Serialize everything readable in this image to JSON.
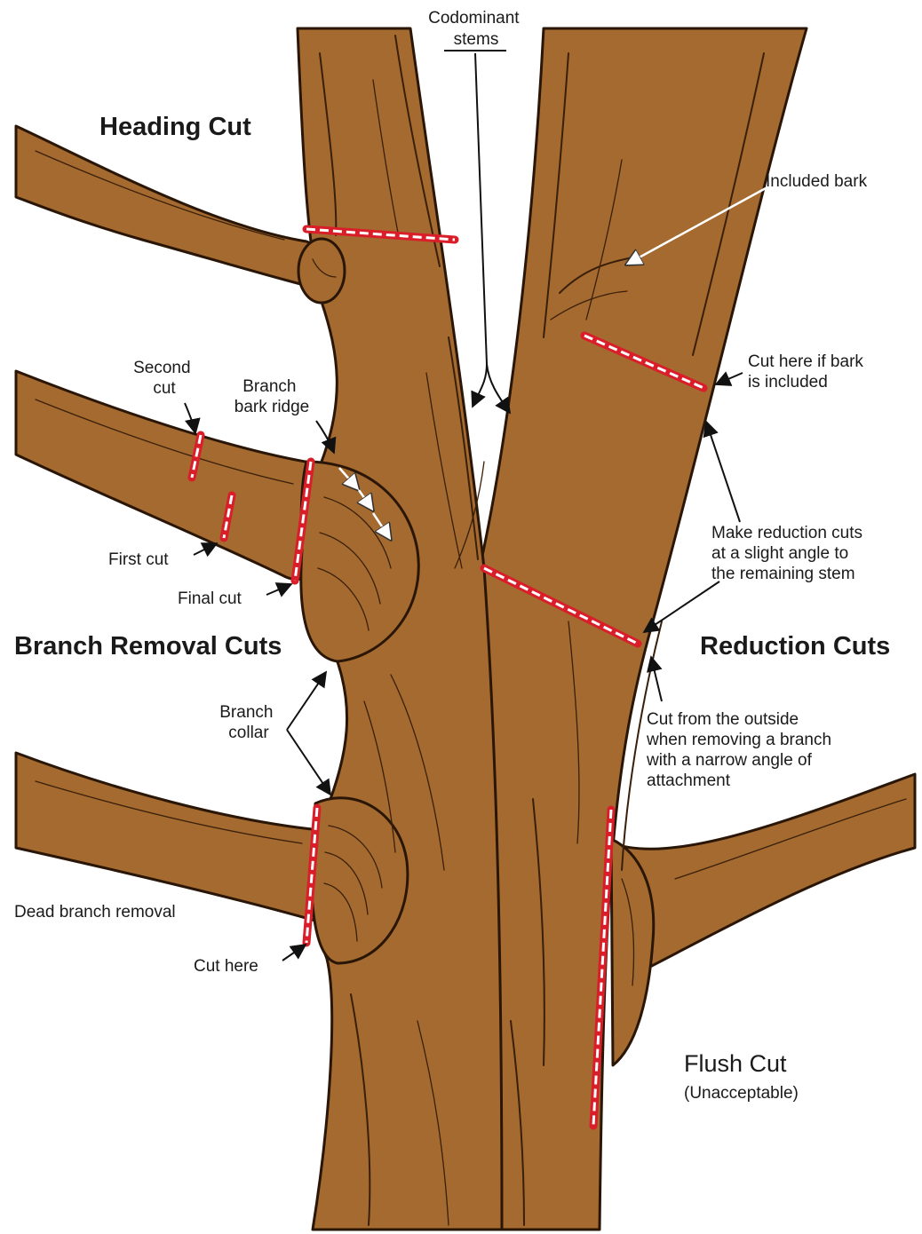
{
  "labels": {
    "codominant_stems": [
      "Codominant",
      "stems"
    ],
    "heading_cut": "Heading Cut",
    "included_bark": "Included bark",
    "cut_here_if_bark": [
      "Cut here if bark",
      "is included"
    ],
    "second_cut": [
      "Second",
      "cut"
    ],
    "branch_bark_ridge": [
      "Branch",
      "bark ridge"
    ],
    "first_cut": "First cut",
    "final_cut": "Final cut",
    "make_reduction": [
      "Make reduction cuts",
      "at a slight angle to",
      "the remaining stem"
    ],
    "branch_removal_cuts": "Branch Removal Cuts",
    "reduction_cuts": "Reduction Cuts",
    "branch_collar": [
      "Branch",
      "collar"
    ],
    "cut_from_outside": [
      "Cut from the outside",
      "when removing a branch",
      "with a narrow angle of",
      "attachment"
    ],
    "dead_branch_removal": "Dead branch removal",
    "cut_here": "Cut here",
    "flush_cut": "Flush Cut",
    "unacceptable": "(Unacceptable)"
  },
  "colors": {
    "bark": "#a46a2f",
    "outline": "#2a1606",
    "cut_line": "#d91e2a",
    "background": "#ffffff"
  }
}
